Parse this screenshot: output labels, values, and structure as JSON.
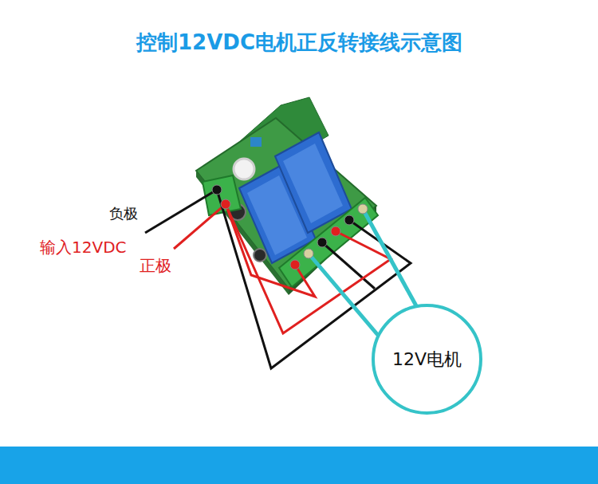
{
  "diagram": {
    "title": "控制12VDC电机正反转接线示意图",
    "nodes": [
      {
        "text": [
          "12V电机"
        ]
      }
    ],
    "labels": [
      "负极",
      "输入12VDC",
      "正极"
    ]
  }
}
